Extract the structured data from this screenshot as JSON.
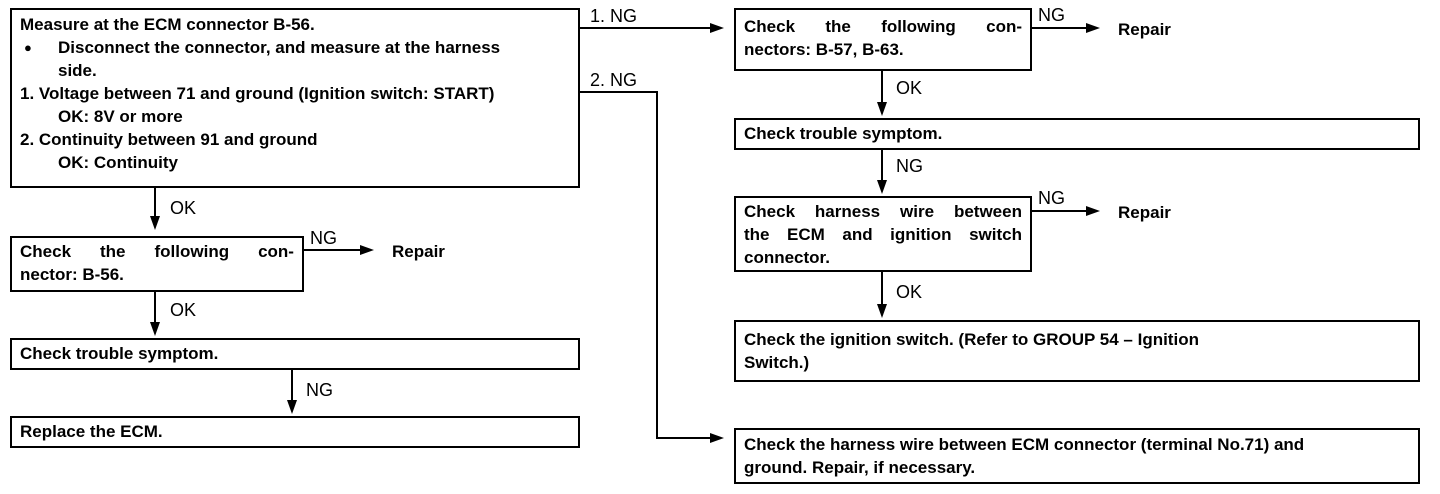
{
  "boxes": {
    "measure": {
      "line1": "Measure at the ECM connector B-56.",
      "bullet": "Disconnect the connector, and measure at the harness",
      "bullet_cont": "side.",
      "step1": "1. Voltage between 71 and ground (Ignition switch: START)",
      "ok1_label": "OK:",
      "ok1_value": "8V or more",
      "step2": "2. Continuity between 91 and ground",
      "ok2_label": "OK:",
      "ok2_value": "Continuity"
    },
    "check_b56": {
      "line1": [
        "Check",
        "the",
        "following",
        "con-"
      ],
      "line2": "nector: B-56."
    },
    "trouble_left": {
      "text": "Check trouble symptom."
    },
    "replace_ecm": {
      "text": "Replace the ECM."
    },
    "check_b57": {
      "line1": [
        "Check",
        "the",
        "following",
        "con-"
      ],
      "line2": "nectors: B-57, B-63."
    },
    "trouble_right": {
      "text": "Check trouble symptom."
    },
    "harness_ign": {
      "line1": [
        "Check",
        "harness",
        "wire",
        "between"
      ],
      "line2": [
        "the",
        "ECM",
        "and",
        "ignition",
        "switch"
      ],
      "line3": "connector."
    },
    "ign_switch": {
      "line1": "Check the ignition switch. (Refer to GROUP 54 – Ignition",
      "line2": "Switch.)"
    },
    "harness_ground": {
      "line1": "Check the harness wire between ECM connector (terminal No.71) and",
      "line2": "ground. Repair, if necessary."
    }
  },
  "labels": {
    "ng1": "1. NG",
    "ng2": "2. NG",
    "ok": "OK",
    "ng": "NG",
    "repair": "Repair"
  }
}
